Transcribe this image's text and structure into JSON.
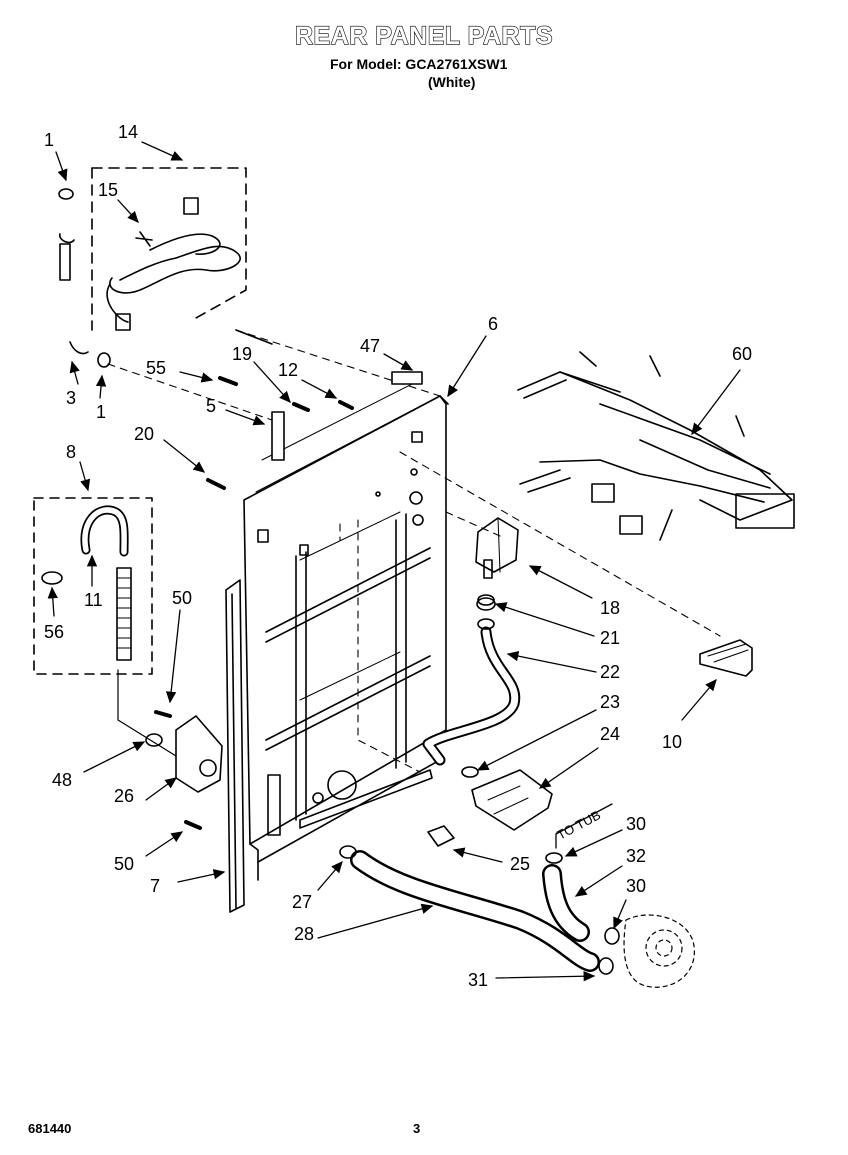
{
  "header": {
    "title": "REAR PANEL PARTS",
    "model_line": "For Model: GCA2761XSW1",
    "color_line": "(White)"
  },
  "callouts": [
    "1",
    "14",
    "15",
    "3",
    "1",
    "55",
    "19",
    "12",
    "47",
    "6",
    "60",
    "5",
    "20",
    "8",
    "11",
    "56",
    "50",
    "18",
    "21",
    "22",
    "23",
    "24",
    "10",
    "48",
    "26",
    "50",
    "7",
    "27",
    "28",
    "25",
    "30",
    "32",
    "30",
    "31"
  ],
  "to_tub_label": "TO TUB",
  "footer": {
    "doc_number": "681440",
    "page_number": "3"
  }
}
